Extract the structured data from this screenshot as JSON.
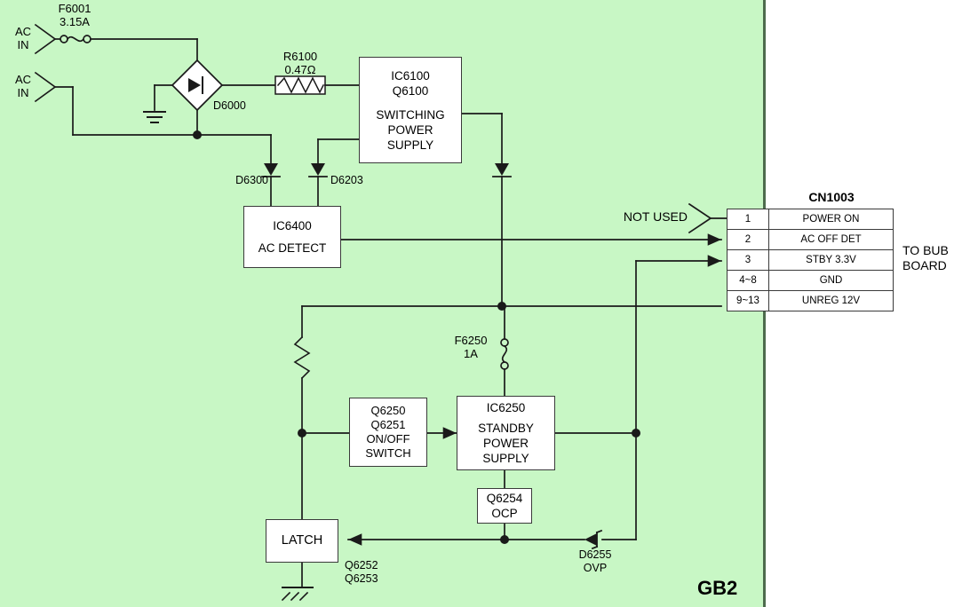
{
  "diagram": {
    "panel_label": "GB2",
    "panel_color": "#c8f7c5",
    "wire_color": "#1a1a1a",
    "board_note": "TO BUB\nBOARD",
    "not_used_label": "NOT USED"
  },
  "inputs": [
    {
      "name": "ac-in-1",
      "label": "AC\nIN"
    },
    {
      "name": "ac-in-2",
      "label": "AC\nIN"
    }
  ],
  "components": {
    "f6001": {
      "ref": "F6001",
      "value": "3.15A",
      "caption": "F6001\n3.15A"
    },
    "d6000": {
      "ref": "D6000"
    },
    "r6100": {
      "ref": "R6100",
      "value": "0.47Ω",
      "caption": "R6100\n0.47Ω"
    },
    "d6300": {
      "ref": "D6300"
    },
    "d6203": {
      "ref": "D6203"
    },
    "f6250": {
      "ref": "F6250",
      "value": "1A",
      "caption": "F6250\n1A"
    },
    "d6255": {
      "ref": "D6255",
      "function": "OVP",
      "caption": "D6255\nOVP"
    },
    "q6252_q6253": {
      "caption": "Q6252\nQ6253"
    }
  },
  "blocks": [
    {
      "name": "switching-power-supply",
      "line1": "IC6100",
      "line2": "Q6100",
      "line3": "SWITCHING",
      "line4": "POWER",
      "line5": "SUPPLY"
    },
    {
      "name": "ac-detect",
      "line1": "IC6400",
      "line2": "AC DETECT"
    },
    {
      "name": "on-off-switch",
      "line1": "Q6250",
      "line2": "Q6251",
      "line3": "ON/OFF",
      "line4": "SWITCH"
    },
    {
      "name": "standby-power-supply",
      "line1": "IC6250",
      "line2": "STANDBY",
      "line3": "POWER",
      "line4": "SUPPLY"
    },
    {
      "name": "ocp",
      "line1": "Q6254",
      "line2": "OCP"
    },
    {
      "name": "latch",
      "line1": "LATCH"
    }
  ],
  "connector": {
    "title": "CN1003",
    "destination": "TO BUB\nBOARD",
    "rows": [
      {
        "pin": "1",
        "signal": "POWER ON"
      },
      {
        "pin": "2",
        "signal": "AC OFF DET"
      },
      {
        "pin": "3",
        "signal": "STBY 3.3V"
      },
      {
        "pin": "4~8",
        "signal": "GND"
      },
      {
        "pin": "9~13",
        "signal": "UNREG 12V"
      }
    ]
  }
}
